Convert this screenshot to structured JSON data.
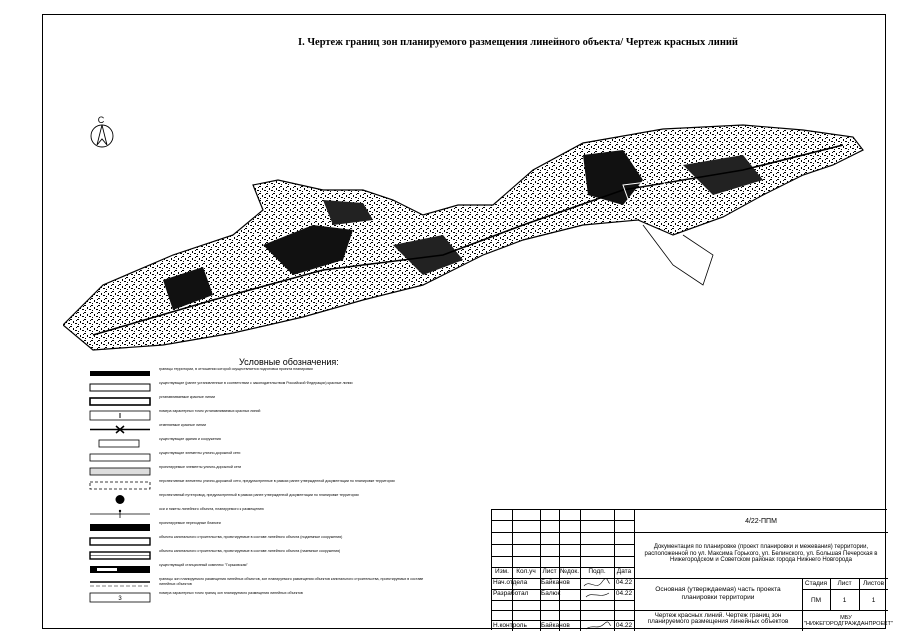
{
  "title": "I. Чертеж границ зон планируемого размещения линейного объекта/ Чертеж красных линий",
  "north_label": "С",
  "legend": {
    "title": "Условные обозначения:",
    "items": [
      "границы территории, в отношении которой осуществляется подготовка проекта планировки",
      "существующие (ранее установленные в соответствии с законодательством Российской Федерации) красные линии",
      "устанавливаемые красные линии",
      "номера характерных точек устанавливаемых красных линий",
      "отменяемые красные линии",
      "существующие здания и сооружения",
      "существующие элементы улично-дорожной сети",
      "проектируемые элементы улично-дорожной сети",
      "перспективные элементы улично-дорожной сети, предусмотренные в рамках ранее утвержденной документации по планировке территории",
      "перспективный путепровод, предусмотренный в рамках ранее утвержденной документации по планировке территории",
      "оси и пикеты линейного объекта, планируемого к размещению",
      "проектируемые переходные бланкеи",
      "объекты капитального строительства, проектируемые в составе линейного объекта (подземные сооружения)",
      "объекты капитального строительства, проектируемые в составе линейного объекта (наземные сооружения)",
      "существующий станционный комплекс \"Горьковская\"",
      "границы зон планируемого размещения линейных объектов, зон планируемого размещения объектов капитального строительства, проектируемых в составе линейных объектов",
      "номера характерных точек границ зон планируемого размещения линейных объектов"
    ]
  },
  "stamp": {
    "code": "4/22-ППМ",
    "description": "Документация по планировке (проект планировки и межевания) территории, расположенной по ул. Максима Горького, ул. Белинского, ул. Большая Печерская в Нижегородском и Советском районах города Нижнего Новгорода",
    "headers": [
      "Изм.",
      "Кол.уч",
      "Лист",
      "№док.",
      "Подп.",
      "Дата"
    ],
    "rows": [
      {
        "role": "Нач.отдела",
        "name": "Байканов",
        "date": "04.22"
      },
      {
        "role": "Разработал",
        "name": "Балюк",
        "date": "04.22"
      },
      {
        "role": "",
        "name": "",
        "date": ""
      },
      {
        "role": "",
        "name": "",
        "date": ""
      },
      {
        "role": "",
        "name": "",
        "date": ""
      },
      {
        "role": "Н.контроль",
        "name": "Байканов",
        "date": "04.22"
      }
    ],
    "part": "Основная (утверждаемая) часть проекта планировки территории",
    "stage_label": "Стадия",
    "sheet_label": "Лист",
    "sheets_label": "Листов",
    "stage": "ПМ",
    "sheet": "1",
    "sheets": "1",
    "drawing": "Чертеж красных линий. Чертеж границ зон планируемого размещения линейных объектов",
    "org": "МБУ \"НИЖЕГОРОДГРАЖДАНПРОЕКТ\""
  }
}
